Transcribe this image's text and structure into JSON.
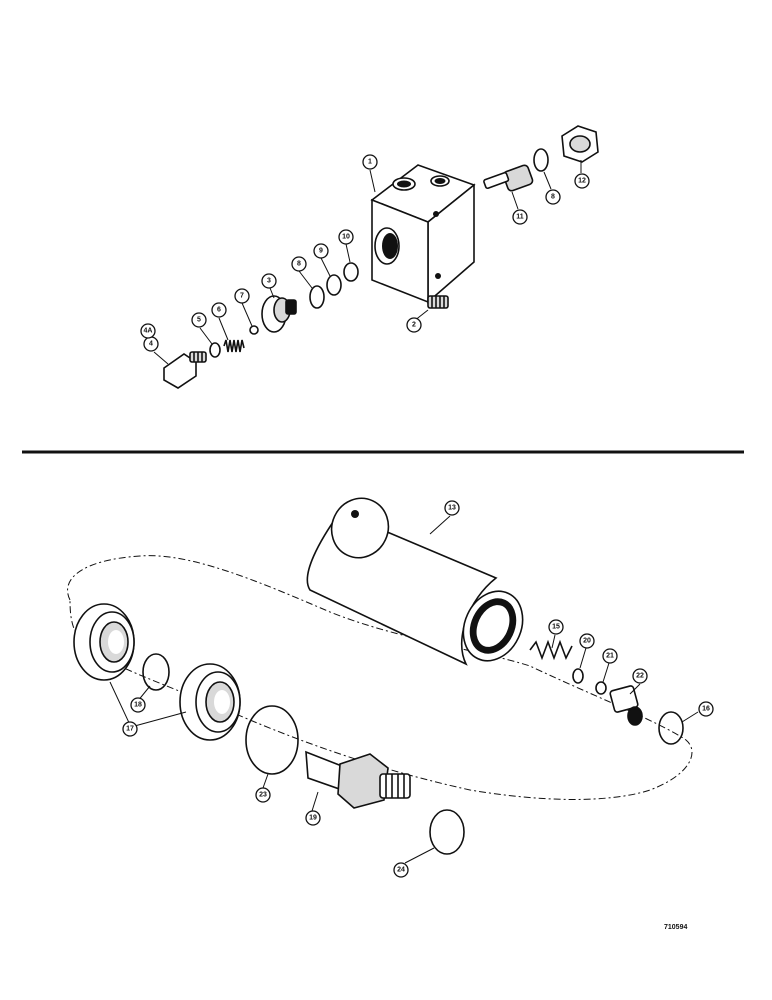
{
  "drawing_number": "710594",
  "callouts": [
    {
      "id": "c1",
      "label": "1"
    },
    {
      "id": "c2",
      "label": "2"
    },
    {
      "id": "c3",
      "label": "3"
    },
    {
      "id": "c4",
      "label": "4"
    },
    {
      "id": "c4a",
      "label": "4A"
    },
    {
      "id": "c5",
      "label": "5"
    },
    {
      "id": "c6",
      "label": "6"
    },
    {
      "id": "c7",
      "label": "7"
    },
    {
      "id": "c8a",
      "label": "8"
    },
    {
      "id": "c8b",
      "label": "8"
    },
    {
      "id": "c9",
      "label": "9"
    },
    {
      "id": "c10",
      "label": "10"
    },
    {
      "id": "c11",
      "label": "11"
    },
    {
      "id": "c12",
      "label": "12"
    },
    {
      "id": "c13",
      "label": "13"
    },
    {
      "id": "c15",
      "label": "15"
    },
    {
      "id": "c16",
      "label": "16"
    },
    {
      "id": "c17",
      "label": "17"
    },
    {
      "id": "c18",
      "label": "18"
    },
    {
      "id": "c19",
      "label": "19"
    },
    {
      "id": "c20",
      "label": "20"
    },
    {
      "id": "c21",
      "label": "21"
    },
    {
      "id": "c22",
      "label": "22"
    },
    {
      "id": "c23",
      "label": "23"
    },
    {
      "id": "c24",
      "label": "24"
    }
  ]
}
